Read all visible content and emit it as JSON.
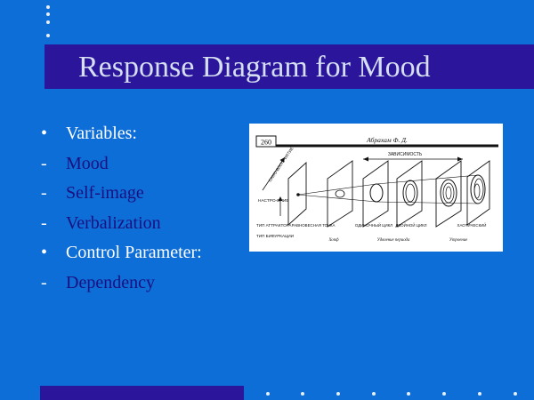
{
  "slide": {
    "title": "Response Diagram for Mood",
    "bullets": [
      {
        "marker": "•",
        "text": "Variables:",
        "level": 1
      },
      {
        "marker": "-",
        "text": "Mood",
        "level": 2
      },
      {
        "marker": "-",
        "text": "Self-image",
        "level": 2
      },
      {
        "marker": "-",
        "text": "Verbalization",
        "level": 2
      },
      {
        "marker": "•",
        "text": "Control Parameter:",
        "level": 1
      },
      {
        "marker": "-",
        "text": "Dependency",
        "level": 2
      }
    ],
    "figure": {
      "page_number": "260",
      "author_header": "Абрахам Ф. Д.",
      "axis_label_top": "ЗАВИСИМОСТЬ",
      "axis_label_diag": "САМО-ВОСПРИЯТИЕ",
      "axis_label_vertical": "НАСТРО-ЕНИЕ",
      "row_labels": [
        "ТИП АТТРАКТОРА",
        "ТИП БИФУРКАЦИИ"
      ],
      "attractor_labels": [
        "РАВНОВЕСНАЯ ТОЧКА",
        "ОДИНОЧНЫЙ ЦИКЛ",
        "ДВОЙНОЙ ЦИКЛ",
        "ХАОТИЧЕСКИЙ"
      ],
      "bifurcation_labels": [
        "Хопф",
        "Удвоение периода",
        "Утроение"
      ],
      "colors": {
        "background": "#ffffff",
        "ink": "#111111"
      }
    }
  },
  "theme": {
    "background": "#0d6ed8",
    "bar": "#2b169b",
    "title_text": "#d6dff2",
    "bullet_text": "#ffffff",
    "sub_bullet_text": "#1a1080",
    "dots": "#e6eef8"
  }
}
